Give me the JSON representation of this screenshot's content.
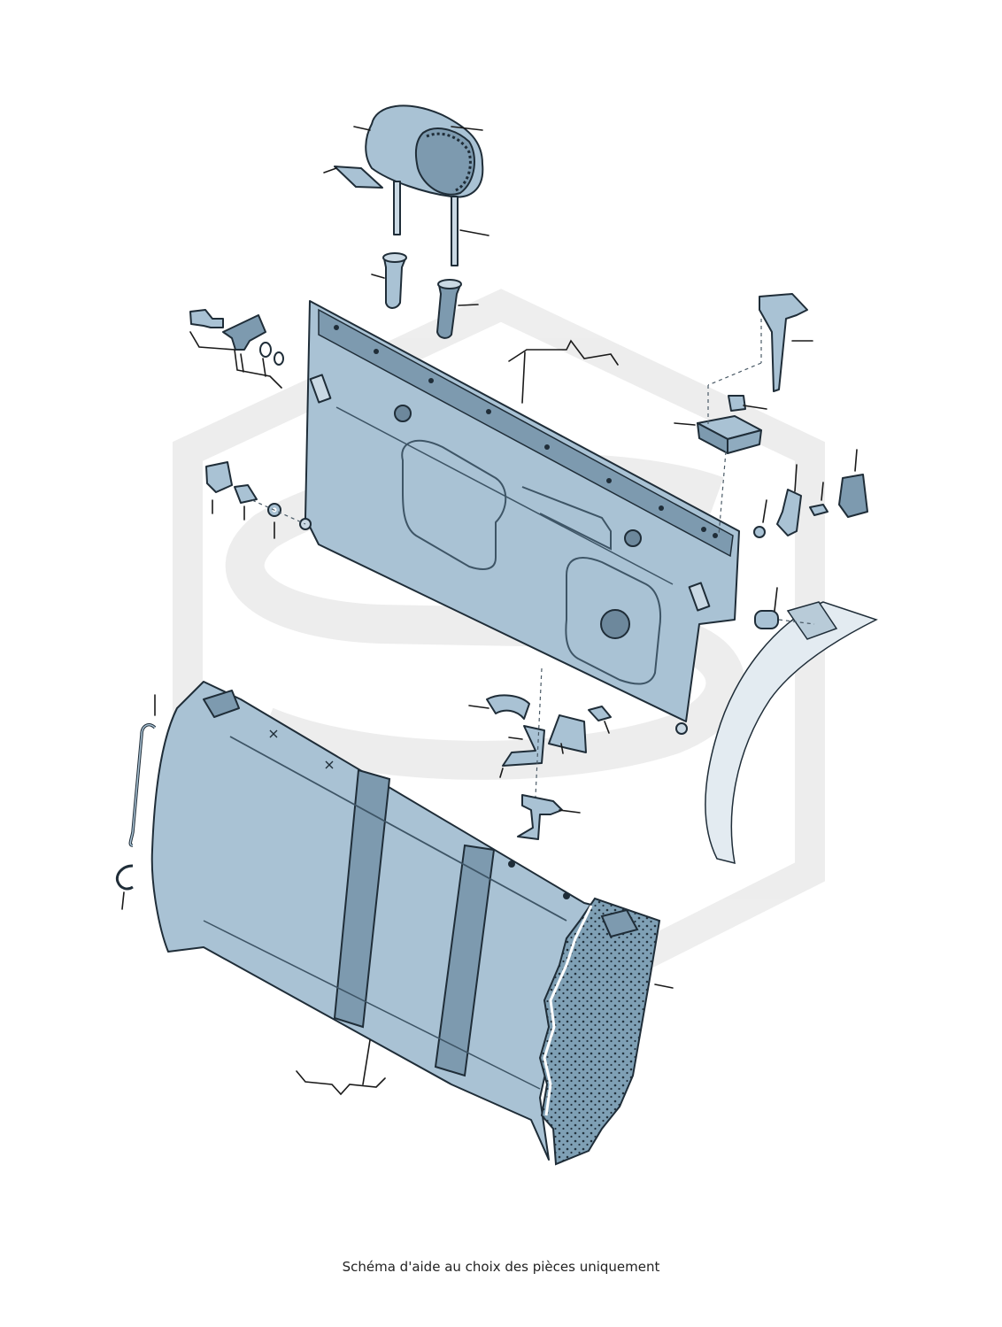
{
  "caption": "Schéma d'aide au choix des pièces uniquement",
  "colors": {
    "part_fill": "#a9c2d4",
    "part_dark": "#7d9aaf",
    "part_light": "#cad9e4",
    "outline": "#1f2d38",
    "watermark": "#ececec",
    "foam": "#6a8da3"
  },
  "icons": [
    "headrest",
    "headrest-guide",
    "rear-seat-backrest-panel",
    "seat-cushion",
    "release-handle",
    "lock-bracket",
    "bump-stop",
    "hinge-pin",
    "tension-wire",
    "clip",
    "screw",
    "washer",
    "bracket"
  ]
}
